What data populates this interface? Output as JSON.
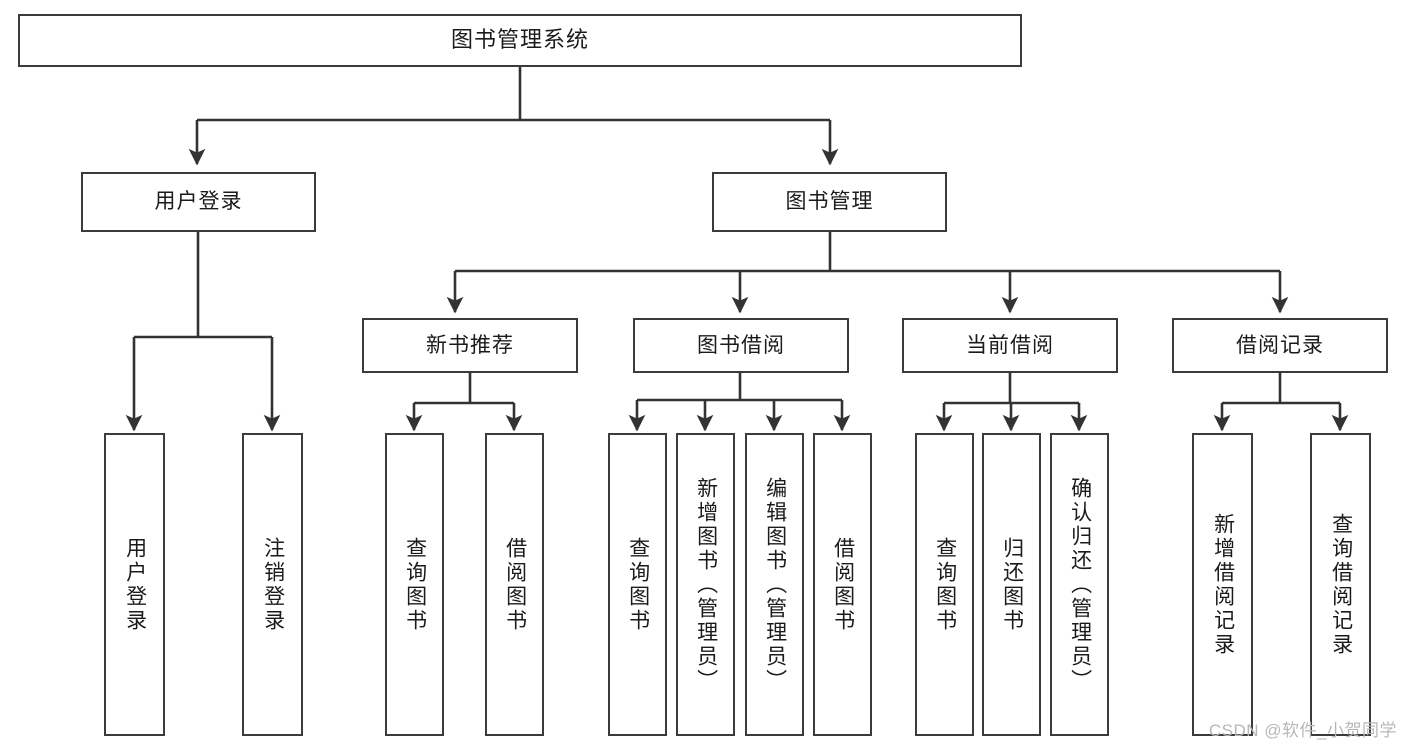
{
  "diagram": {
    "title": "图书管理系统",
    "type": "tree",
    "background": "#ffffff",
    "stroke_color": "#3b3b3b",
    "text_color": "#1b1b1b"
  },
  "nodes": {
    "root": {
      "label": "图书管理系统"
    },
    "level1": [
      {
        "id": "user-login",
        "label": "用户登录"
      },
      {
        "id": "book-manage",
        "label": "图书管理"
      }
    ],
    "level2": [
      {
        "id": "new-book-recommend",
        "label": "新书推荐"
      },
      {
        "id": "book-borrow",
        "label": "图书借阅"
      },
      {
        "id": "current-borrow",
        "label": "当前借阅"
      },
      {
        "id": "borrow-record",
        "label": "借阅记录"
      }
    ],
    "leaves": {
      "user_login": [
        {
          "id": "leaf-user-login",
          "label": "用户登录"
        },
        {
          "id": "leaf-logout-login",
          "label": "注销登录"
        }
      ],
      "new_book_recommend": [
        {
          "id": "leaf-query-book-1",
          "label": "查询图书"
        },
        {
          "id": "leaf-borrow-book-1",
          "label": "借阅图书"
        }
      ],
      "book_borrow": [
        {
          "id": "leaf-query-book-2",
          "label": "查询图书"
        },
        {
          "id": "leaf-add-book",
          "label": "新增图书（管理员）"
        },
        {
          "id": "leaf-edit-book",
          "label": "编辑图书（管理员）"
        },
        {
          "id": "leaf-borrow-book-2",
          "label": "借阅图书"
        }
      ],
      "current_borrow": [
        {
          "id": "leaf-query-book-3",
          "label": "查询图书"
        },
        {
          "id": "leaf-return-book",
          "label": "归还图书"
        },
        {
          "id": "leaf-confirm-return",
          "label": "确认归还（管理员）"
        }
      ],
      "borrow_record": [
        {
          "id": "leaf-add-record",
          "label": "新增借阅记录"
        },
        {
          "id": "leaf-query-record",
          "label": "查询借阅记录"
        }
      ]
    }
  },
  "watermark": {
    "text": "CSDN @软件_小贺同学"
  }
}
